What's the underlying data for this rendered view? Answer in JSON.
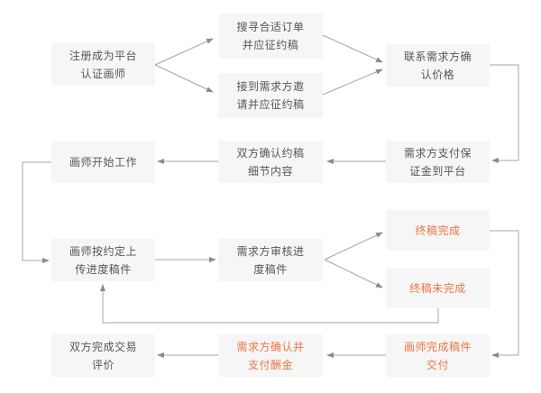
{
  "diagram": {
    "description": "Commission workflow flowchart for a certified-artist platform",
    "colors": {
      "node_bg": "#f6f6f6",
      "text": "#565656",
      "accent": "#ed7544",
      "line": "#a6a6a6",
      "arrow": "#8c8c8c"
    },
    "nodes": [
      {
        "id": "register",
        "line1": "注册成为平台",
        "line2": "认证画师",
        "emphasis": false
      },
      {
        "id": "search-order",
        "line1": "搜寻合适订单",
        "line2": "并应征约稿",
        "emphasis": false
      },
      {
        "id": "receive-invite",
        "line1": "接到需求方邀",
        "line2": "请并应征约稿",
        "emphasis": false
      },
      {
        "id": "confirm-price",
        "line1": "联系需求方确",
        "line2": "认价格",
        "emphasis": false
      },
      {
        "id": "pay-deposit",
        "line1": "需求方支付保",
        "line2": "证金到平台",
        "emphasis": false
      },
      {
        "id": "confirm-details",
        "line1": "双方确认约稿",
        "line2": "细节内容",
        "emphasis": false
      },
      {
        "id": "start-work",
        "line1": "画师开始工作",
        "line2": "",
        "emphasis": false
      },
      {
        "id": "upload-progress",
        "line1": "画师按约定上",
        "line2": "传进度稿件",
        "emphasis": false
      },
      {
        "id": "review-progress",
        "line1": "需求方审核进",
        "line2": "度稿件",
        "emphasis": false
      },
      {
        "id": "final-done",
        "line1": "终稿完成",
        "line2": "",
        "emphasis": true
      },
      {
        "id": "final-not-done",
        "line1": "终稿未完成",
        "line2": "",
        "emphasis": true
      },
      {
        "id": "evaluate",
        "line1": "双方完成交易",
        "line2": "评价",
        "emphasis": false
      },
      {
        "id": "pay-fee",
        "line1": "需求方确认并",
        "line2": "支付酬金",
        "emphasis": true
      },
      {
        "id": "deliver",
        "line1": "画师完成稿件",
        "line2": "交付",
        "emphasis": true
      }
    ],
    "edges": [
      {
        "from": "register",
        "to": "search-order"
      },
      {
        "from": "register",
        "to": "receive-invite"
      },
      {
        "from": "search-order",
        "to": "confirm-price"
      },
      {
        "from": "receive-invite",
        "to": "confirm-price"
      },
      {
        "from": "confirm-price",
        "to": "pay-deposit"
      },
      {
        "from": "pay-deposit",
        "to": "confirm-details"
      },
      {
        "from": "confirm-details",
        "to": "start-work"
      },
      {
        "from": "start-work",
        "to": "upload-progress"
      },
      {
        "from": "upload-progress",
        "to": "review-progress"
      },
      {
        "from": "review-progress",
        "to": "final-done"
      },
      {
        "from": "review-progress",
        "to": "final-not-done"
      },
      {
        "from": "final-not-done",
        "to": "upload-progress"
      },
      {
        "from": "final-done",
        "to": "deliver"
      },
      {
        "from": "deliver",
        "to": "pay-fee"
      },
      {
        "from": "pay-fee",
        "to": "evaluate"
      }
    ]
  }
}
